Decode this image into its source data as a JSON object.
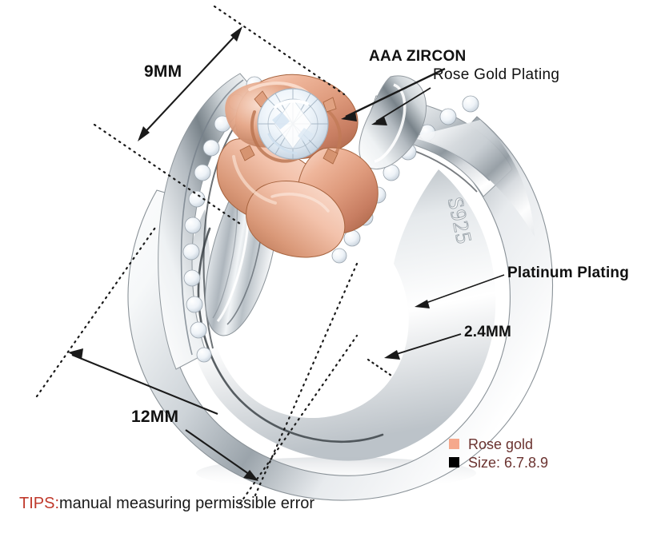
{
  "product": {
    "hallmark": "S925",
    "material_colors": {
      "rose_gold_light": "#F0B79E",
      "rose_gold_mid": "#DE9A7C",
      "rose_gold_dark": "#B9704F",
      "silver_light": "#FFFFFF",
      "silver_mid": "#D8DCDF",
      "silver_dark": "#6E767C",
      "diamond": "#F4F8FC",
      "background": "#FFFFFF"
    }
  },
  "annotations": {
    "width_label": "9MM",
    "height_label": "12MM",
    "zircon_label": "AAA ZIRCON",
    "rose_gold_label": "Rose Gold Plating",
    "platinum_label": "Platinum Plating",
    "band_thickness_label": "2.4MM"
  },
  "legend": {
    "text_color": "#6B3330",
    "items": [
      {
        "label": "Rose gold",
        "swatch": "#F5A88C",
        "swatch_name": "rose-gold-swatch"
      },
      {
        "label": "Size: 6.7.8.9",
        "swatch": "#000000",
        "swatch_name": "size-swatch"
      }
    ]
  },
  "tips": {
    "key": "TIPS:",
    "key_color": "#C0392B",
    "text": "manual measuring permissible error"
  }
}
